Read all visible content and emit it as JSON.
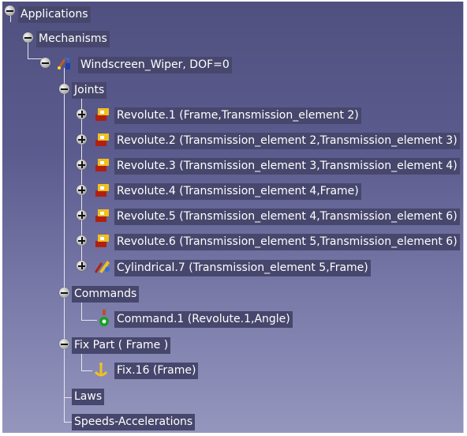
{
  "tree": {
    "applications": "Applications",
    "mechanisms": "Mechanisms",
    "mechanism": "Windscreen_Wiper, DOF=0",
    "joints": "Joints",
    "joint_items": [
      "Revolute.1 (Frame,Transmission_element 2)",
      "Revolute.2 (Transmission_element 2,Transmission_element 3)",
      "Revolute.3 (Transmission_element 3,Transmission_element 4)",
      "Revolute.4 (Transmission_element 4,Frame)",
      "Revolute.5 (Transmission_element 4,Transmission_element 6)",
      "Revolute.6 (Transmission_element 5,Transmission_element 6)",
      "Cylindrical.7 (Transmission_element 5,Frame)"
    ],
    "commands": "Commands",
    "command_item": "Command.1 (Revolute.1,Angle)",
    "fix_part": "Fix Part ( Frame )",
    "fix_item": "Fix.16 (Frame)",
    "laws": "Laws",
    "speeds": "Speeds-Accelerations"
  }
}
